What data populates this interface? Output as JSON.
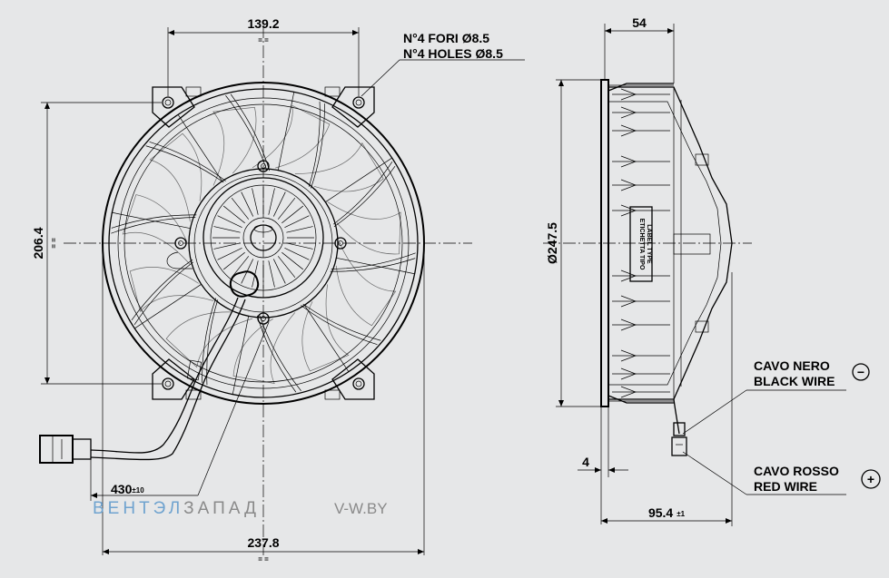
{
  "front_view": {
    "dim_top": "139.2",
    "dim_top_sub": "= =",
    "dim_left": "206.4",
    "dim_left_sub": "= =",
    "dim_bottom": "237.8",
    "dim_bottom_sub": "= =",
    "cable_length": "430",
    "cable_length_tol": "±10",
    "holes_note_it": "N°4 FORI Ø8.5",
    "holes_note_en": "N°4 HOLES Ø8.5"
  },
  "side_view": {
    "dim_top": "54",
    "dim_diameter": "Ø247.5",
    "dim_small": "4",
    "dim_bottom": "95.4",
    "dim_bottom_tol": "±1",
    "label_lines": [
      "ETICHETTA TIPO",
      "LABEL TYPE"
    ]
  },
  "wires": {
    "black_it": "CAVO NERO",
    "black_en": "BLACK WIRE",
    "black_symbol": "−",
    "red_it": "CAVO ROSSO",
    "red_en": "RED WIRE",
    "red_symbol": "+"
  },
  "watermark": {
    "part_a": "ВЕНТЭЛ",
    "part_b": "ЗАПАД",
    "site": "V-W.BY"
  },
  "colors": {
    "background": "#e6e7e8",
    "watermark_blue": "#6fa3cf",
    "watermark_gray": "#8a8a8a"
  }
}
